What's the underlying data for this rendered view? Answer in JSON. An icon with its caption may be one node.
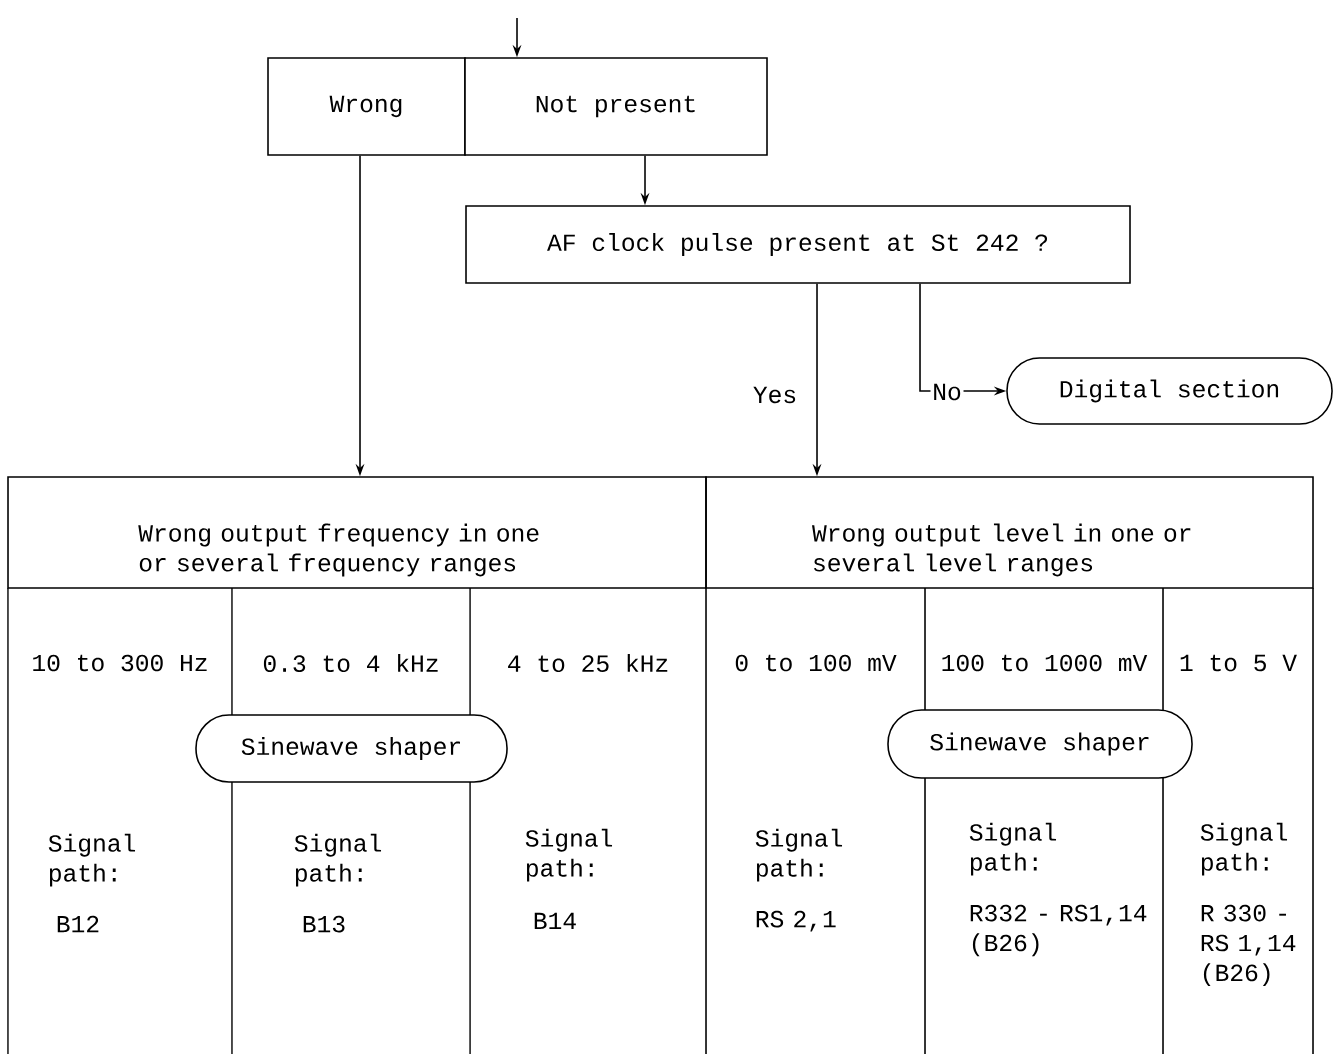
{
  "diagram": {
    "nodes": [
      {
        "text": [
          "Wrong"
        ]
      },
      {
        "text": [
          "Not present"
        ]
      },
      {
        "text": [
          "AF clock pulse present at St 242 ?"
        ]
      },
      {
        "text": [
          "Digital section"
        ]
      },
      {
        "text": [
          "Wrong output frequency in one or several frequency ranges"
        ]
      },
      {
        "text": [
          "Wrong output level in one or several level ranges"
        ]
      },
      {
        "text": [
          "Sinewave shaper"
        ]
      },
      {
        "text": [
          "Sinewave shaper"
        ]
      }
    ],
    "edges": [
      {
        "from": null,
        "to": 1,
        "arrow": "to"
      },
      {
        "from": 0,
        "to": 4,
        "arrow": "to"
      },
      {
        "from": 1,
        "to": 2,
        "arrow": "to"
      },
      {
        "from": 2,
        "to": 5,
        "arrow": "to",
        "label": "Yes"
      },
      {
        "from": 2,
        "to": 3,
        "arrow": "to",
        "label": "No"
      }
    ],
    "labels": [
      "10 to 300 Hz",
      "0.3 to 4 kHz",
      "4 to 25 kHz",
      "0 to 100 mV",
      "100 to 1000 mV",
      "1 to 5 V",
      "Signal path:",
      "Signal path:",
      "Signal path:",
      "Signal path:",
      "Signal path:",
      "Signal path:",
      "B12",
      "B13",
      "B14",
      "RS 2,1",
      "R332 - RS1,14 (B26)",
      "R 330 - RS 1,14 (B26)"
    ]
  }
}
